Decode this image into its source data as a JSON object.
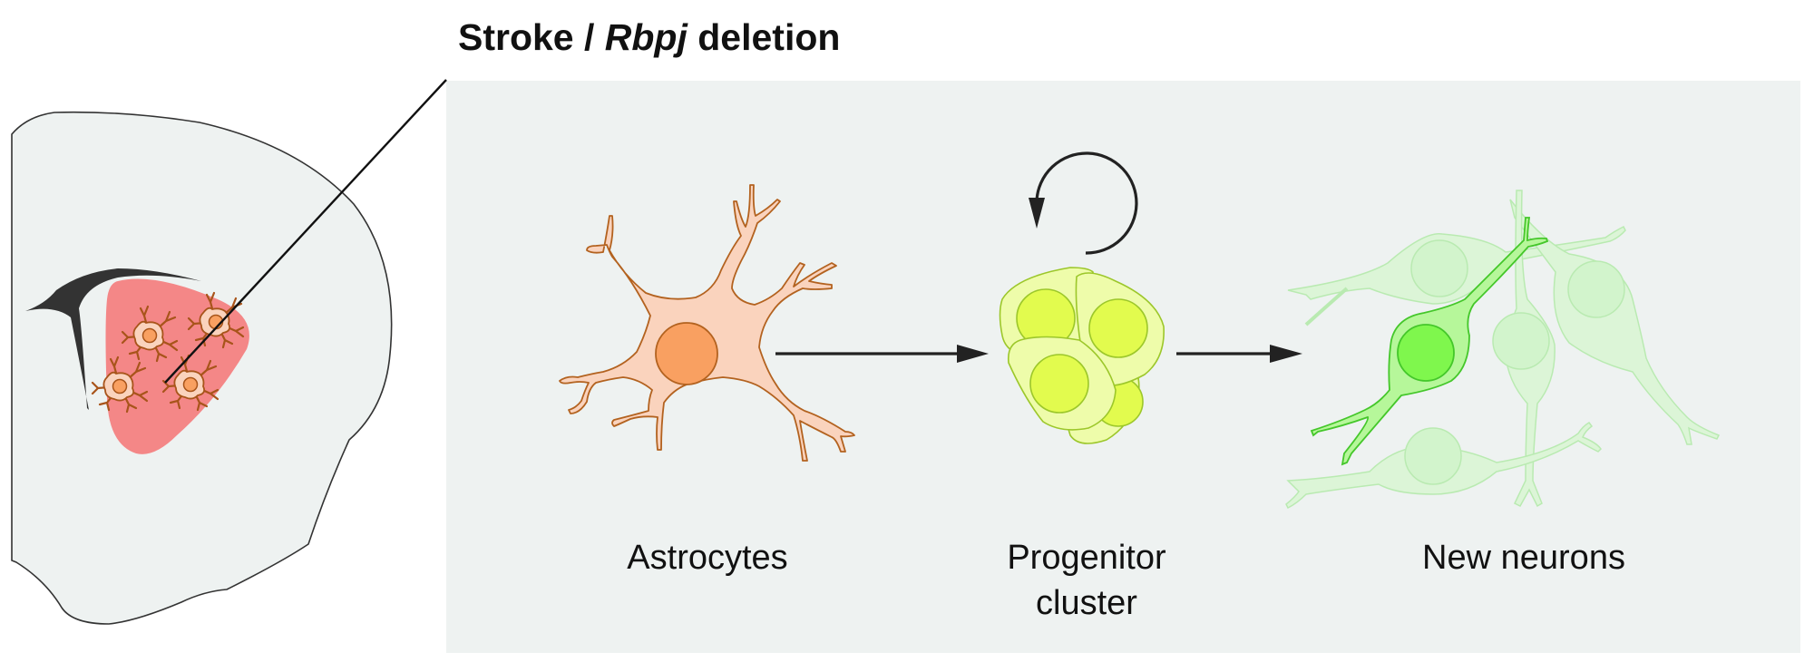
{
  "figure": {
    "title": {
      "part1": "Stroke / ",
      "gene": "Rbpj",
      "part2": " deletion"
    },
    "stages": [
      {
        "id": "astrocytes",
        "label_line1": "Astrocytes",
        "label_line2": ""
      },
      {
        "id": "progenitor",
        "label_line1": "Progenitor",
        "label_line2": "cluster"
      },
      {
        "id": "neurons",
        "label_line1": "New neurons",
        "label_line2": ""
      }
    ],
    "colors": {
      "panel_bg": "#eef2f1",
      "brain_fill": "#eef2f1",
      "brain_outline": "#333333",
      "ventricle": "#333333",
      "stroke_region": "#f48787",
      "astro_body": "#fad3bd",
      "astro_outline": "#b3621f",
      "astro_nucleus": "#f9a061",
      "mini_astro_outline": "#a8541a",
      "progenitor_cell": "#eefcaa",
      "progenitor_nucleus": "#e2fb4e",
      "progenitor_outline": "#9cc72a",
      "neuron_faint": "#c9f5c0",
      "neuron_faint_outline": "#9ee392",
      "neuron_bright": "#b6f79a",
      "neuron_bright_nucleus": "#7ff74d",
      "neuron_bright_outline": "#44c72a",
      "arrow": "#222222"
    },
    "icons": {
      "self_renewal": "circular-arrow-icon",
      "transition": "right-arrow-icon"
    }
  }
}
